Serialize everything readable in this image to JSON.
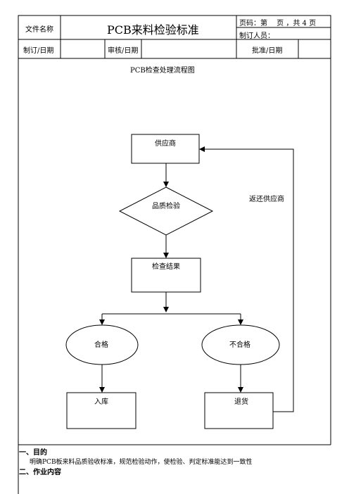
{
  "header": {
    "file_name_label": "文件名称",
    "doc_title": "PCB来料检验标准",
    "page_info": "页码：第　 页 ，共 4 页",
    "created_by": "制订人员：",
    "made_date_label": "制订/日期",
    "review_date_label": "审核/日期",
    "approve_date_label": "批准/日期"
  },
  "flowchart": {
    "title": "PCB检查处理流程图",
    "supplier": "供应商",
    "quality_check": "品质检验",
    "check_result": "检查结果",
    "qualified": "合格",
    "unqualified": "不合格",
    "warehouse_in": "入库",
    "return_goods": "退货",
    "return_to_supplier": "返还供应商"
  },
  "sections": {
    "purpose_heading": "一、目的",
    "purpose_text": "明确PCB板来料品质验收标准，规范检验动作，使检验、判定标准能达到一致性",
    "content_heading": "二、作业内容"
  }
}
